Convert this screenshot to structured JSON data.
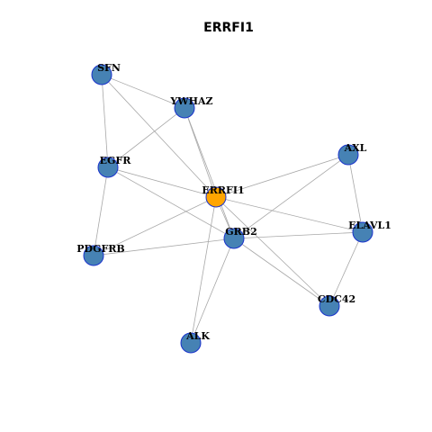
{
  "title": "ERRFI1",
  "colors": {
    "node_fill": "#4682B4",
    "node_stroke": "#1a33cc",
    "hub_fill": "#FFA500",
    "edge": "#a8a8a8"
  },
  "network": {
    "hub": "ERRFI1",
    "nodes": [
      {
        "id": "SFN",
        "label": "SFN",
        "role": "neighbor"
      },
      {
        "id": "YWHAZ",
        "label": "YWHAZ",
        "role": "neighbor"
      },
      {
        "id": "EGFR",
        "label": "EGFR",
        "role": "neighbor"
      },
      {
        "id": "AXL",
        "label": "AXL",
        "role": "neighbor"
      },
      {
        "id": "ERRFI1",
        "label": "ERRFI1",
        "role": "hub"
      },
      {
        "id": "ELAVL1",
        "label": "ELAVL1",
        "role": "neighbor"
      },
      {
        "id": "GRB2",
        "label": "GRB2",
        "role": "neighbor"
      },
      {
        "id": "PDGFRB",
        "label": "PDGFRB",
        "role": "neighbor"
      },
      {
        "id": "CDC42",
        "label": "CDC42",
        "role": "neighbor"
      },
      {
        "id": "ALK",
        "label": "ALK",
        "role": "neighbor"
      }
    ],
    "edges": [
      [
        "SFN",
        "YWHAZ"
      ],
      [
        "SFN",
        "EGFR"
      ],
      [
        "SFN",
        "ERRFI1"
      ],
      [
        "YWHAZ",
        "EGFR"
      ],
      [
        "YWHAZ",
        "ERRFI1"
      ],
      [
        "YWHAZ",
        "GRB2"
      ],
      [
        "EGFR",
        "PDGFRB"
      ],
      [
        "EGFR",
        "ERRFI1"
      ],
      [
        "EGFR",
        "GRB2"
      ],
      [
        "ERRFI1",
        "AXL"
      ],
      [
        "ERRFI1",
        "ELAVL1"
      ],
      [
        "ERRFI1",
        "PDGFRB"
      ],
      [
        "ERRFI1",
        "CDC42"
      ],
      [
        "ERRFI1",
        "ALK"
      ],
      [
        "ERRFI1",
        "GRB2"
      ],
      [
        "AXL",
        "GRB2"
      ],
      [
        "AXL",
        "ELAVL1"
      ],
      [
        "GRB2",
        "ELAVL1"
      ],
      [
        "GRB2",
        "PDGFRB"
      ],
      [
        "GRB2",
        "CDC42"
      ],
      [
        "GRB2",
        "ALK"
      ],
      [
        "ELAVL1",
        "CDC42"
      ]
    ]
  }
}
